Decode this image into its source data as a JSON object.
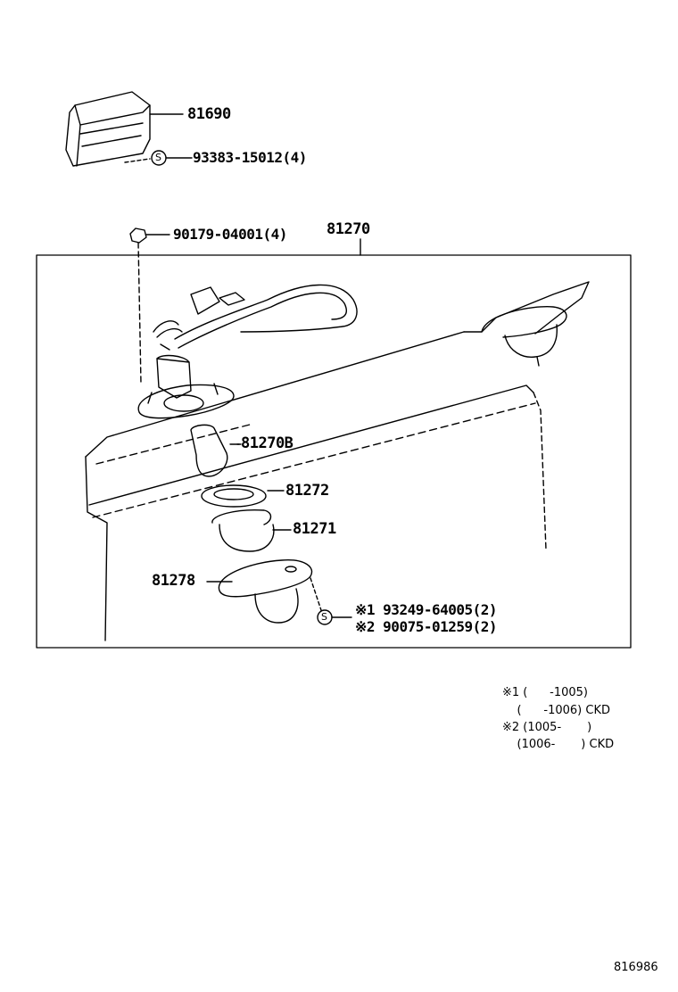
{
  "parts": {
    "p81690": "81690",
    "p93383": "93383-15012(4)",
    "p90179": "90179-04001(4)",
    "p81270": "81270",
    "p81270B": "81270B",
    "p81272": "81272",
    "p81271": "81271",
    "p81278": "81278",
    "p93249": "※1 93249-64005(2)",
    "p90075": "※2 90075-01259(2)"
  },
  "markers": {
    "screw_symbol": "S"
  },
  "notes": {
    "n1": "※1 (      -1005)",
    "n2": "    (      -1006) CKD",
    "n3": "※2 (1005-       )",
    "n4": "    (1006-       ) CKD"
  },
  "figure_code": "816986"
}
